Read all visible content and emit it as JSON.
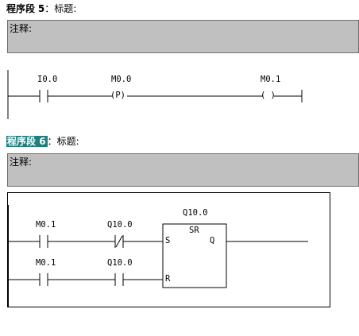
{
  "segments": [
    {
      "label": "程序段",
      "number": "5",
      "title_label": "：标题:",
      "comment_label": "注释:"
    },
    {
      "label": "程序段",
      "number": "6",
      "title_label": "：标题:",
      "comment_label": "注释:"
    }
  ],
  "network5": {
    "contact_i": "I0.0",
    "coil_p": "M0.0",
    "coil_p_symbol": "(P)",
    "coil_out": "M0.1",
    "coil_out_symbol": "( )"
  },
  "network6": {
    "contact_set_m": "M0.1",
    "contact_set_q": "Q10.0",
    "contact_reset_m": "M0.1",
    "contact_reset_q": "Q10.0",
    "sr_address": "Q10.0",
    "sr_type": "SR",
    "sr_pin_s": "S",
    "sr_pin_q": "Q",
    "sr_pin_r": "R"
  }
}
